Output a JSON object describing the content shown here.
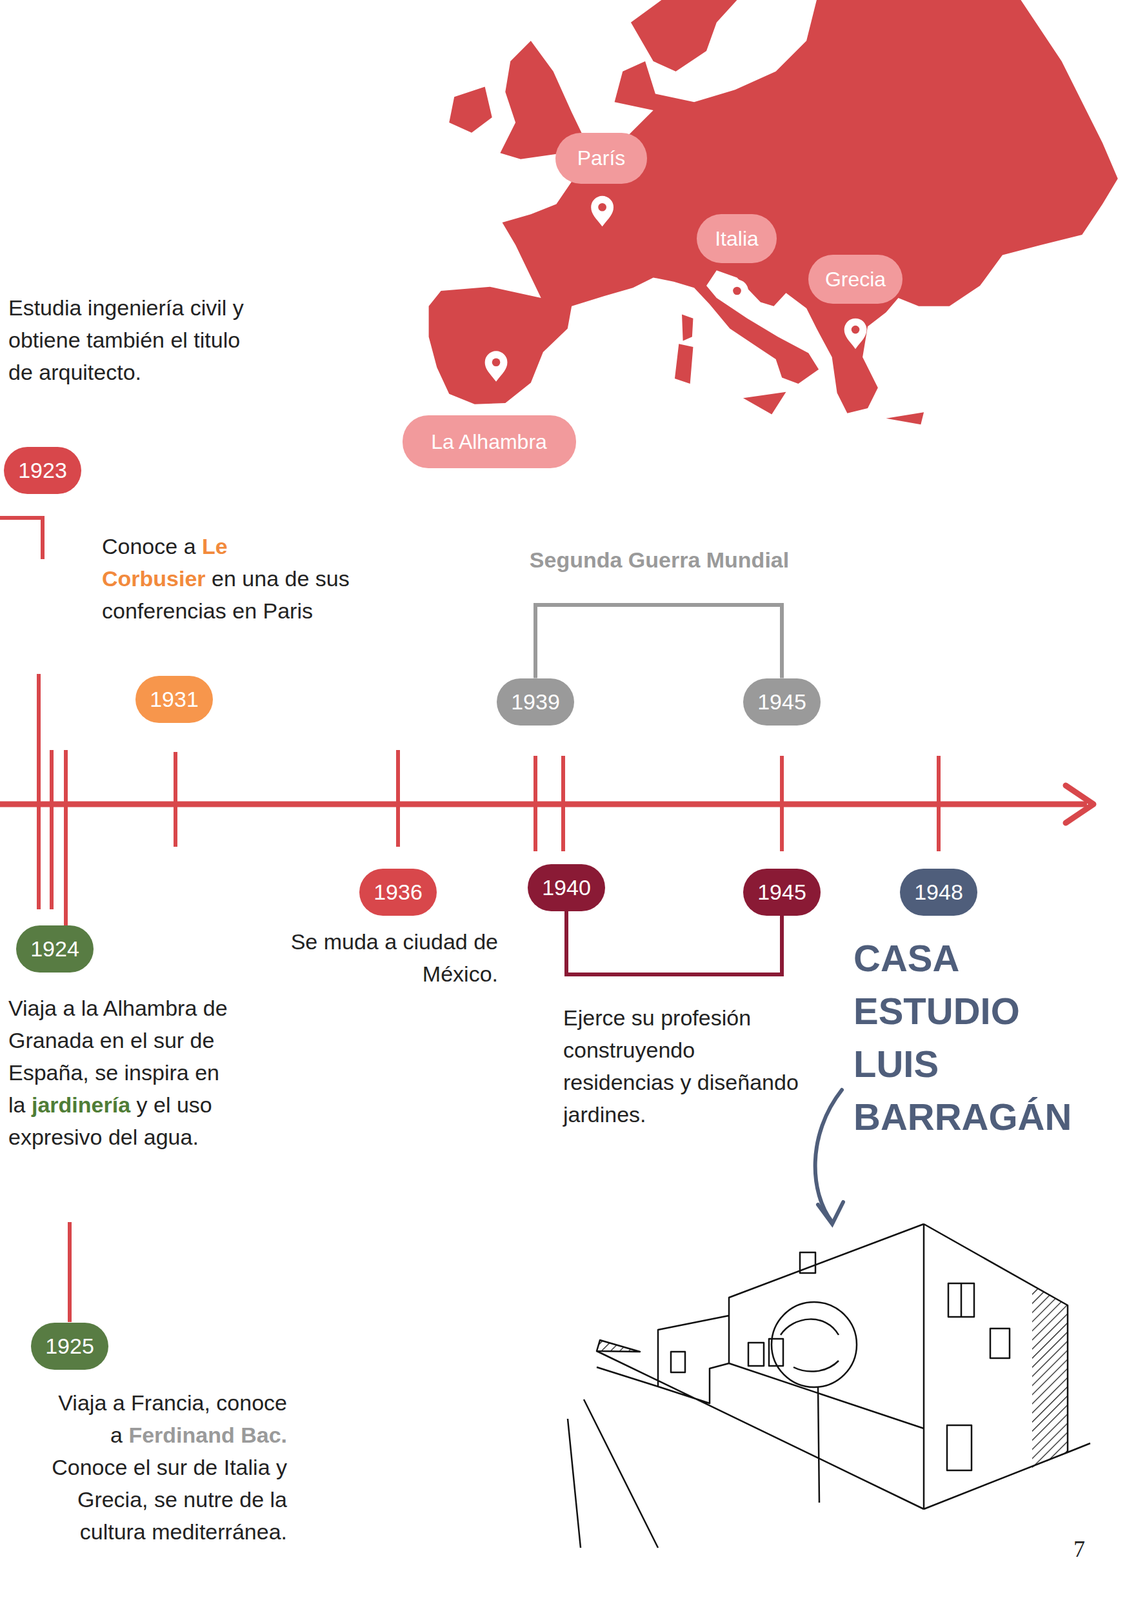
{
  "diagram": {
    "nodes": [
      {
        "text": [
          "París"
        ]
      },
      {
        "text": [
          "Italia"
        ]
      },
      {
        "text": [
          "Grecia"
        ]
      },
      {
        "text": [
          "La Alhambra"
        ]
      },
      {
        "text": [
          "1923"
        ]
      },
      {
        "text": [
          "1931"
        ]
      },
      {
        "text": [
          "1939"
        ]
      },
      {
        "text": [
          "1945"
        ]
      },
      {
        "text": [
          "1936"
        ]
      },
      {
        "text": [
          "1940"
        ]
      },
      {
        "text": [
          "1945"
        ]
      },
      {
        "text": [
          "1948"
        ]
      },
      {
        "text": [
          "1924"
        ]
      },
      {
        "text": [
          "1925"
        ]
      }
    ],
    "edges": [
      {
        "from": 6,
        "to": 7,
        "arrow": "none"
      },
      {
        "from": 9,
        "to": 10,
        "arrow": "none"
      }
    ],
    "labels": [
      "Estudia ingeniería civil y obtiene también el titulo de arquitecto.",
      "Conoce a",
      "Le Corbusier",
      "en una de sus conferencias en Paris",
      "Segunda Guerra Mundial",
      "Se muda a ciudad de México.",
      "Viaja a la Alhambra de Granada en el sur de España, se inspira en la",
      "jardinería",
      "y el uso expresivo del agua.",
      "Viaja a Francia, conoce a",
      "Ferdinand Bac.",
      "Conoce el sur de Italia y Grecia, se nutre de la cultura mediterránea.",
      "Ejerce su profesión construyendo residencias y diseñando jardines.",
      "CASA ESTUDIO LUIS BARRAGÁN",
      "7"
    ]
  }
}
